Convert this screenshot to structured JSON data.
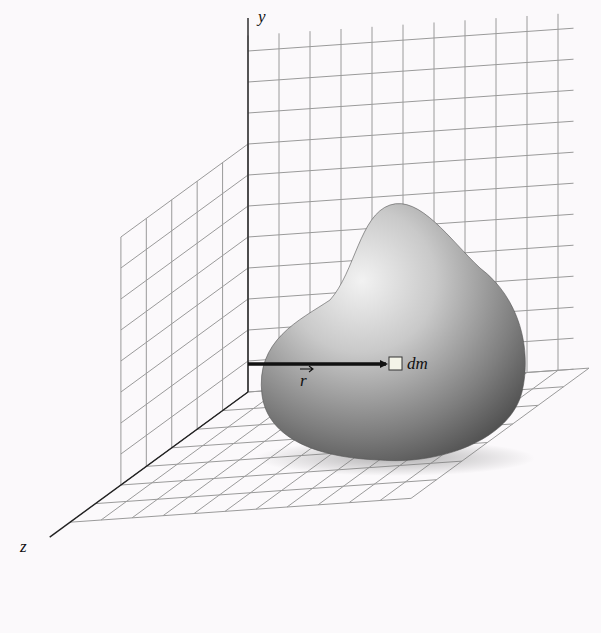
{
  "diagram": {
    "labels": [
      "y",
      "z",
      "r",
      "dm"
    ]
  }
}
